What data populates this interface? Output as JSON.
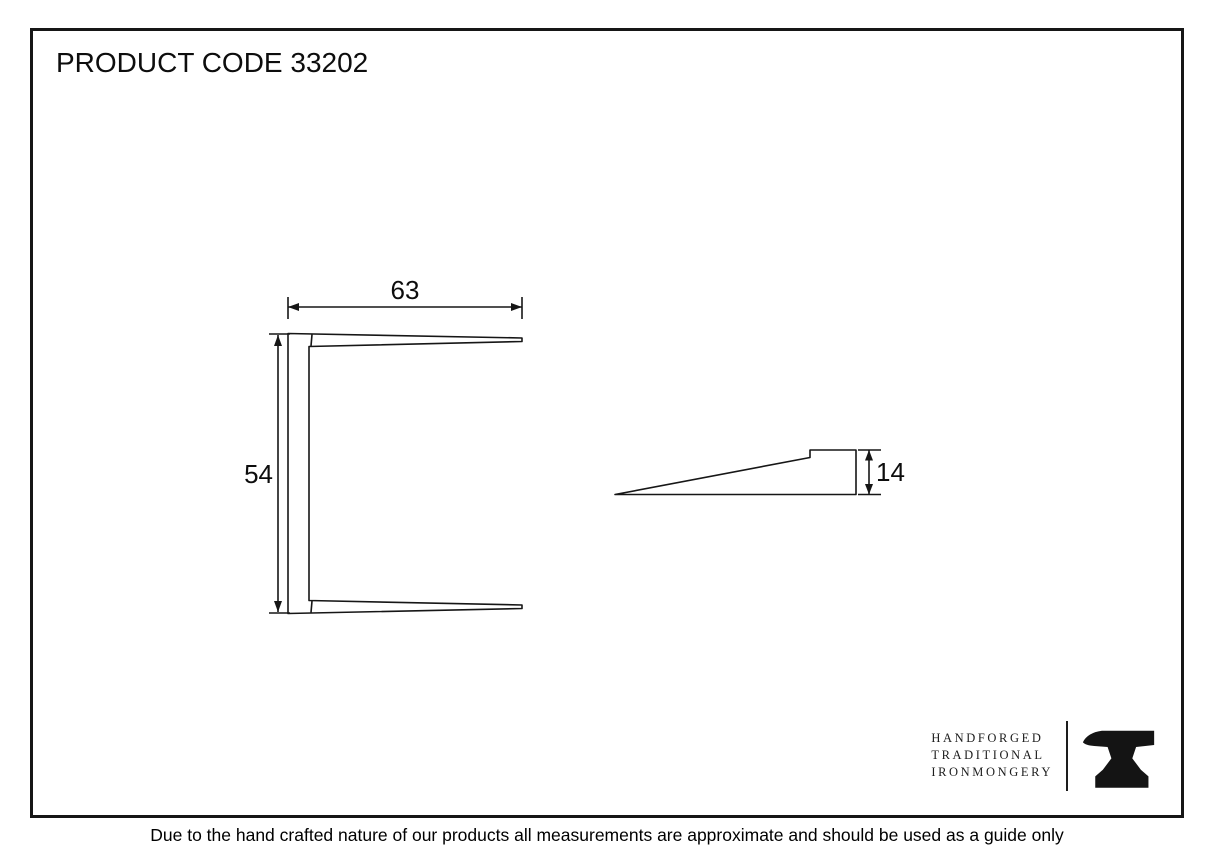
{
  "page": {
    "product_code_label": "PRODUCT CODE 33202",
    "disclaimer": "Due to the hand crafted nature of our products all measurements are approximate and should be used as a guide only"
  },
  "drawing": {
    "front_view": {
      "name": "staple-front-view",
      "width_dim": "63",
      "height_dim": "54"
    },
    "side_view": {
      "name": "staple-side-profile",
      "thickness_dim": "14"
    }
  },
  "logo": {
    "line1": "HANDFORGED",
    "line2": "TRADITIONAL",
    "line3": "IRONMONGERY",
    "icon": "anvil-icon"
  },
  "colors": {
    "line": "#161616",
    "background": "#ffffff"
  }
}
